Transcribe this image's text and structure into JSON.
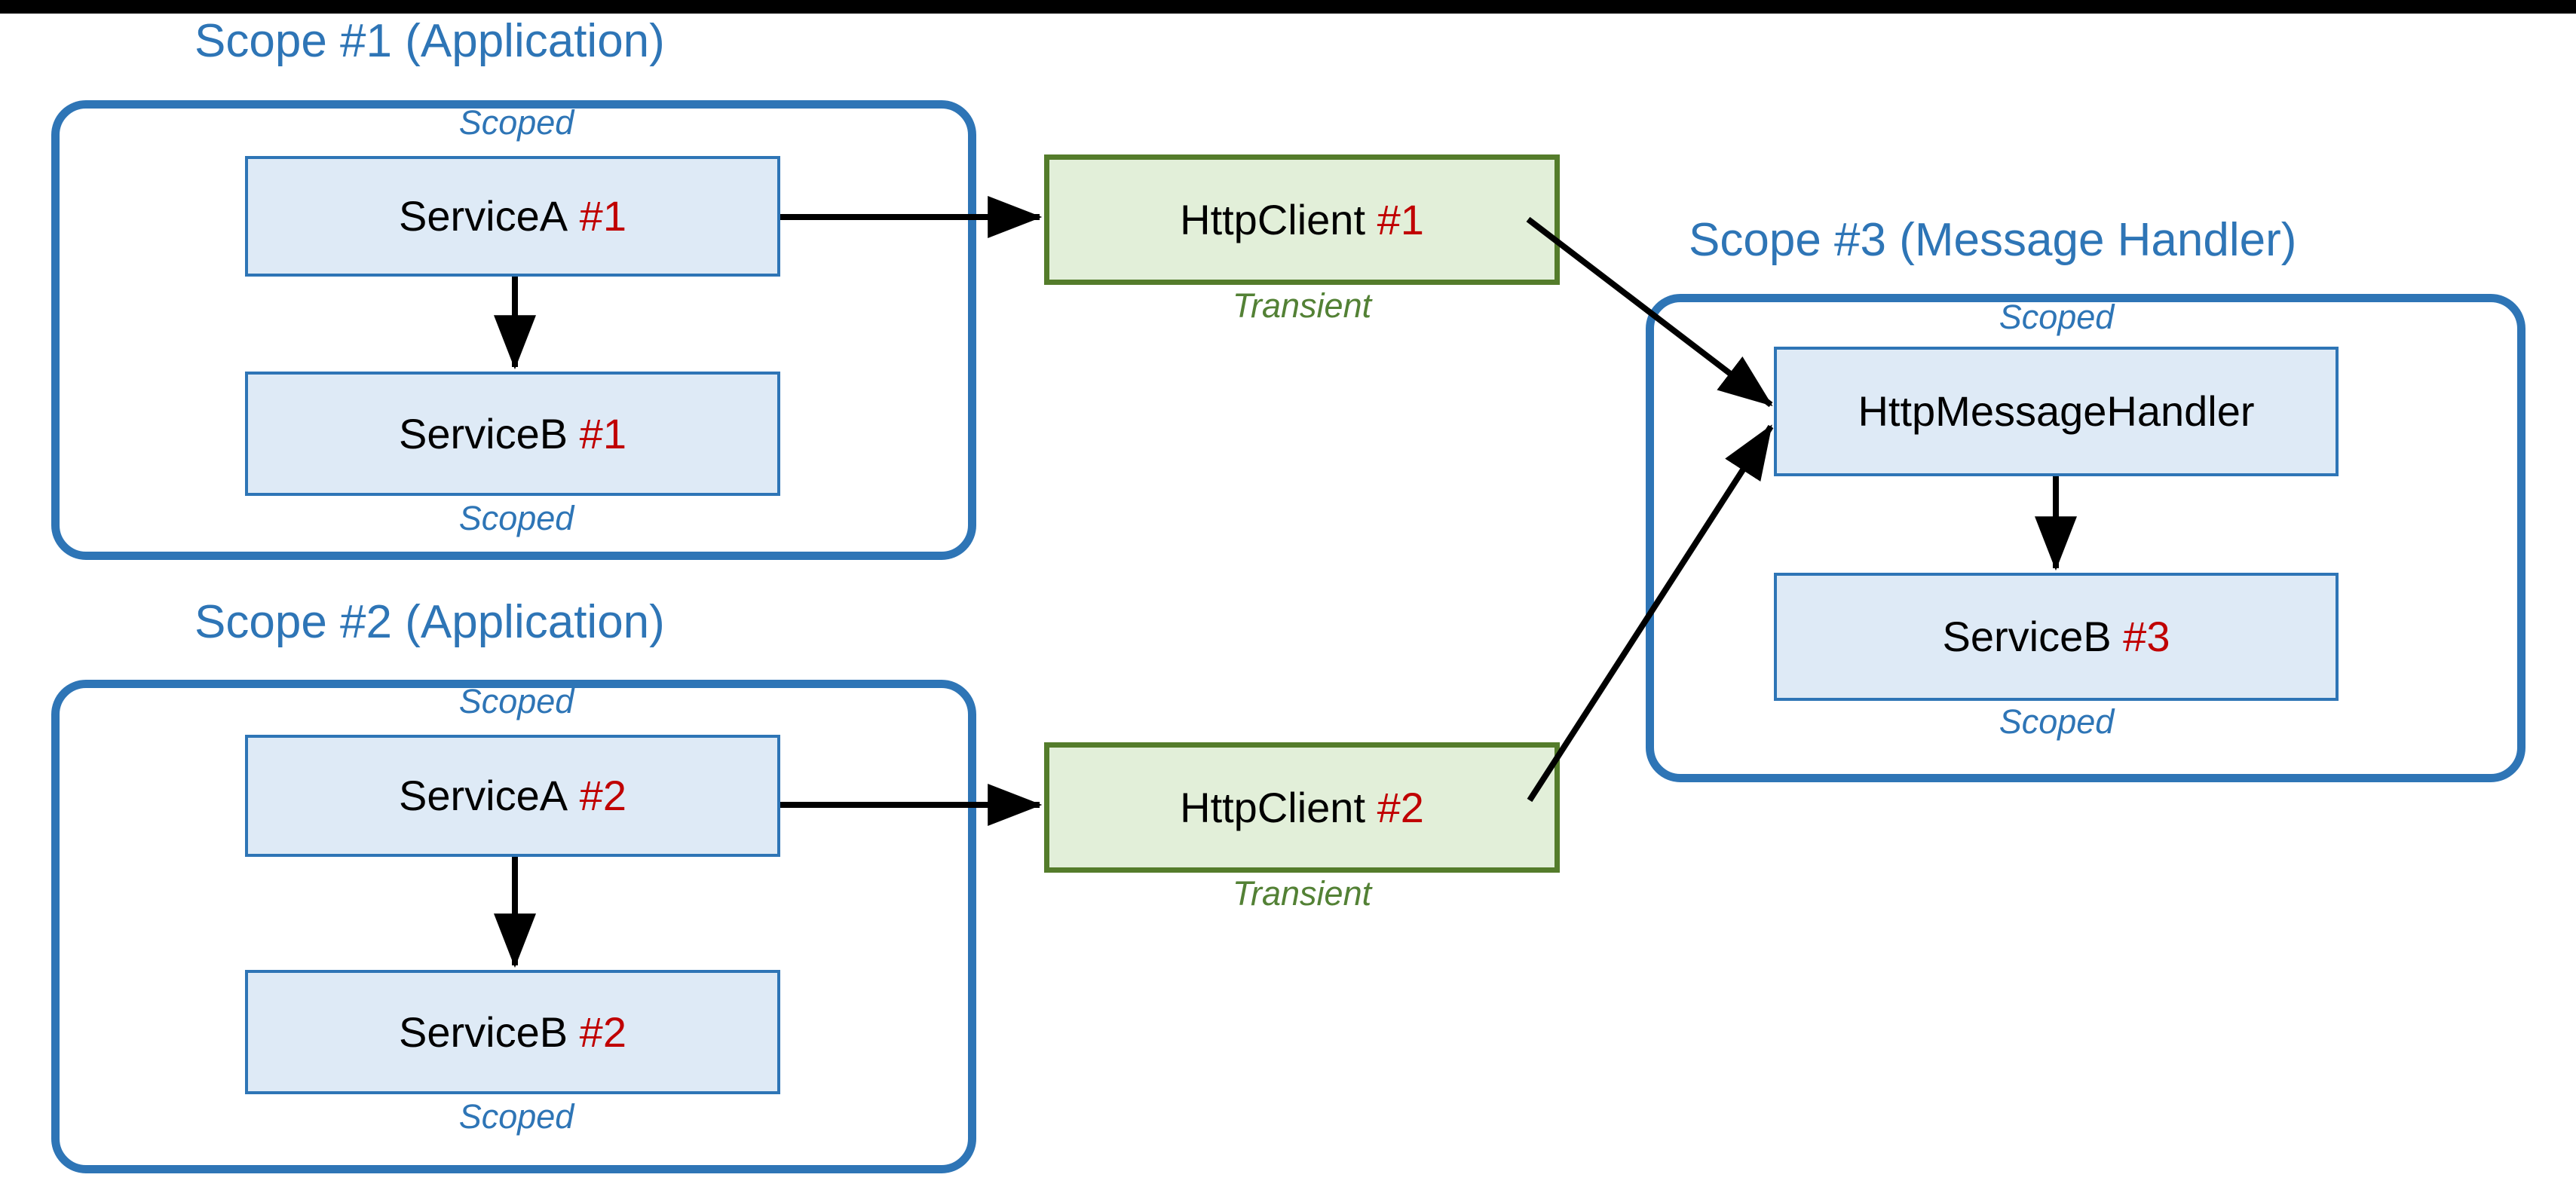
{
  "diagram": {
    "title_color": "#2e75b6",
    "accent_red": "#c00000",
    "green_border": "#547c2b",
    "green_fill": "#e2efd9",
    "blue_border": "#2e75b6",
    "blue_fill": "#deeaf6",
    "scopes": [
      {
        "id": "scope1",
        "title": "Scope #1 (Application)"
      },
      {
        "id": "scope2",
        "title": "Scope #2 (Application)"
      },
      {
        "id": "scope3",
        "title": "Scope #3 (Message Handler)"
      }
    ],
    "nodes": {
      "serviceA1": {
        "name": "ServiceA",
        "num": "#1",
        "lifetime_above": "Scoped"
      },
      "serviceB1": {
        "name": "ServiceB",
        "num": "#1",
        "lifetime_below": "Scoped"
      },
      "serviceA2": {
        "name": "ServiceA",
        "num": "#2",
        "lifetime_above": "Scoped"
      },
      "serviceB2": {
        "name": "ServiceB",
        "num": "#2",
        "lifetime_below": "Scoped"
      },
      "httpClient1": {
        "name": "HttpClient",
        "num": "#1",
        "lifetime_below": "Transient"
      },
      "httpClient2": {
        "name": "HttpClient",
        "num": "#2",
        "lifetime_below": "Transient"
      },
      "httpMessageHandler": {
        "name": "HttpMessageHandler",
        "num": "",
        "lifetime_above": "Scoped"
      },
      "serviceB3": {
        "name": "ServiceB",
        "num": "#3",
        "lifetime_below": "Scoped"
      }
    },
    "edges": [
      {
        "from": "serviceA1",
        "to": "httpClient1",
        "kind": "arrow-right"
      },
      {
        "from": "serviceA1",
        "to": "serviceB1",
        "kind": "arrow-down"
      },
      {
        "from": "serviceA2",
        "to": "httpClient2",
        "kind": "arrow-right"
      },
      {
        "from": "serviceA2",
        "to": "serviceB2",
        "kind": "arrow-down"
      },
      {
        "from": "httpClient1",
        "to": "httpMessageHandler",
        "kind": "arrow-diagonal-down"
      },
      {
        "from": "httpClient2",
        "to": "httpMessageHandler",
        "kind": "arrow-diagonal-up"
      },
      {
        "from": "httpMessageHandler",
        "to": "serviceB3",
        "kind": "arrow-down"
      }
    ]
  }
}
